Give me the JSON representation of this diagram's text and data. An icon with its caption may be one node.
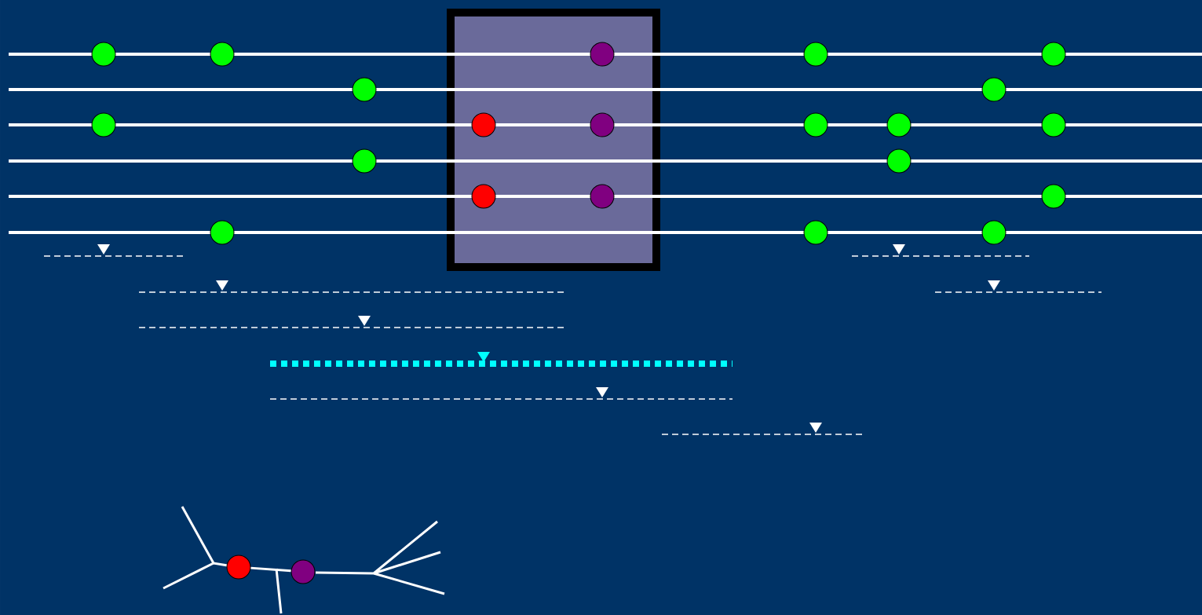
{
  "diagram": {
    "nodes": [
      {
        "text": [],
        "shape": "box"
      },
      {
        "text": [],
        "shape": "circle",
        "in": 0
      },
      {
        "text": [],
        "shape": "circle",
        "in": 0
      },
      {
        "text": [],
        "shape": "circle",
        "in": 0
      },
      {
        "text": [],
        "shape": "circle",
        "in": 0
      },
      {
        "text": [],
        "shape": "circle",
        "in": 0
      },
      {
        "text": [],
        "shape": "circle"
      },
      {
        "text": [],
        "shape": "circle"
      },
      {
        "text": [],
        "shape": "circle"
      },
      {
        "text": [],
        "shape": "circle"
      },
      {
        "text": [],
        "shape": "circle"
      },
      {
        "text": [],
        "shape": "circle"
      },
      {
        "text": [],
        "shape": "circle"
      },
      {
        "text": [],
        "shape": "circle"
      },
      {
        "text": [],
        "shape": "circle"
      },
      {
        "text": [],
        "shape": "circle"
      },
      {
        "text": [],
        "shape": "circle"
      },
      {
        "text": [],
        "shape": "circle"
      },
      {
        "text": [],
        "shape": "circle"
      },
      {
        "text": [],
        "shape": "circle"
      },
      {
        "text": [],
        "shape": "circle"
      },
      {
        "text": [],
        "shape": "circle"
      },
      {
        "text": [],
        "shape": "circle"
      },
      {
        "text": [],
        "shape": "circle"
      }
    ],
    "edges": [
      {
        "from": 22,
        "to": 23,
        "arrow": "none"
      }
    ]
  }
}
